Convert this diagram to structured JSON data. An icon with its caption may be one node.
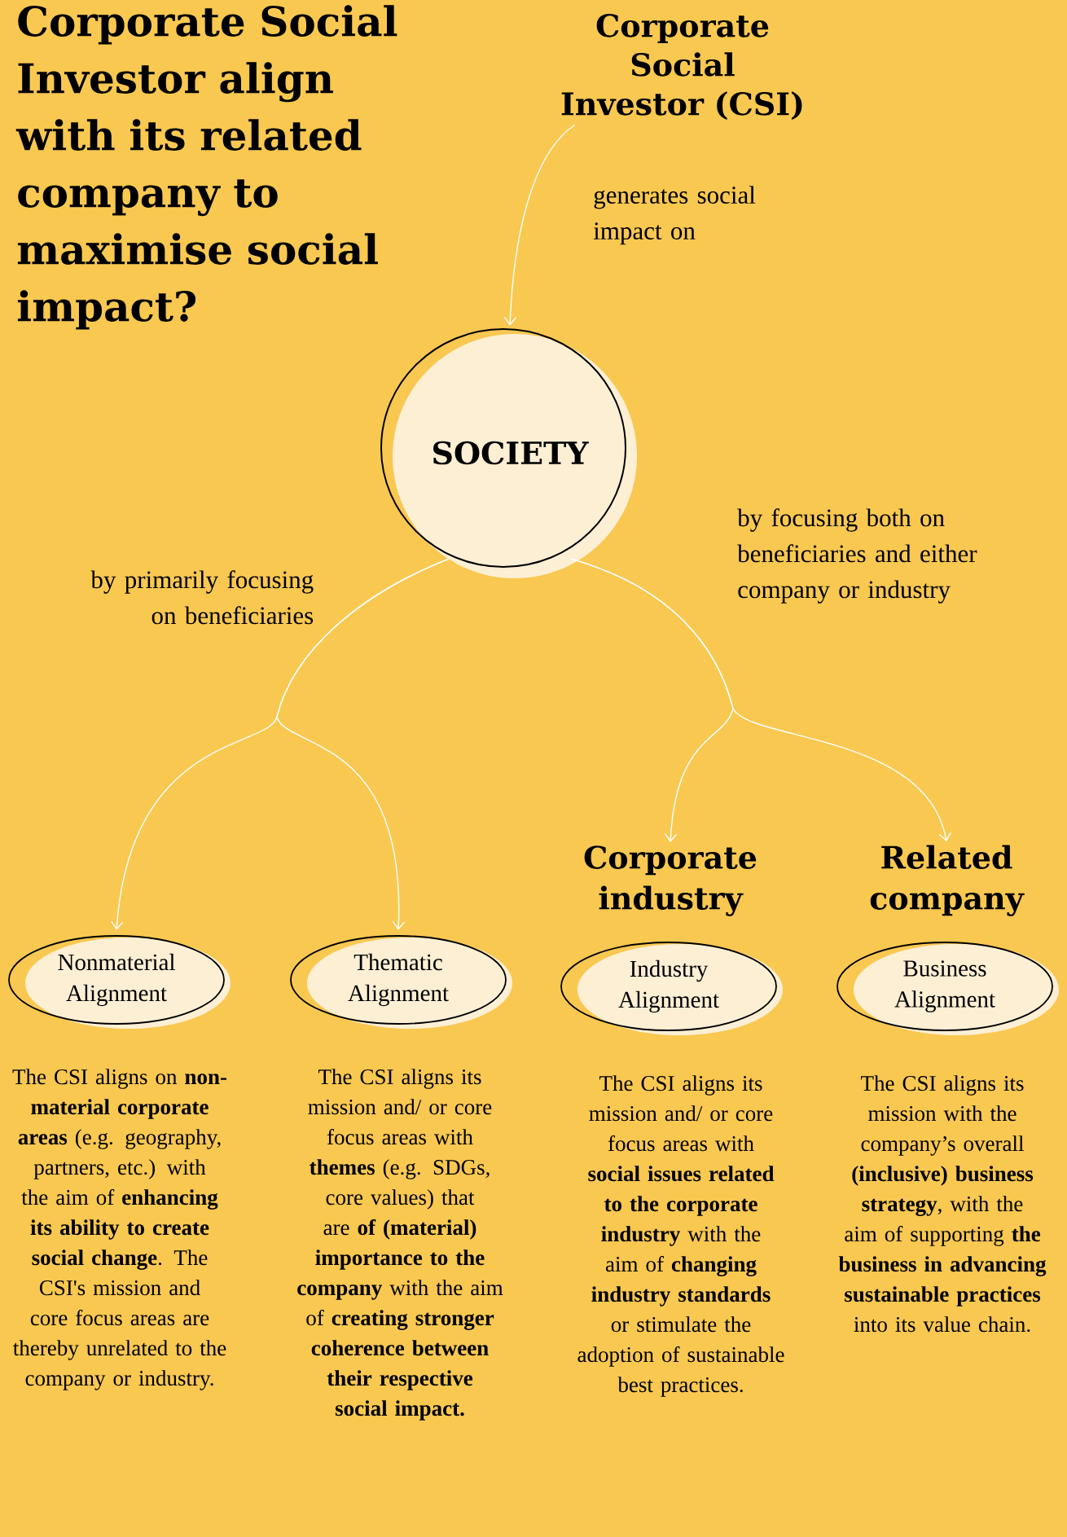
{
  "diagram": {
    "title": "Corporate Social Investor align with its related company to maximise social impact?",
    "nodes": [
      {
        "text": [
          "Corporate Social Investor (CSI)"
        ]
      },
      {
        "text": [
          "SOCIETY"
        ]
      },
      {
        "text": [
          "Nonmaterial Alignment"
        ],
        "beside": [
          "The CSI aligns on **non-material corporate areas** (e.g. geography, partners, etc.) with the aim of **enhancing its ability to create social change**. The CSI's mission and core focus areas are thereby unrelated to the company or industry."
        ]
      },
      {
        "text": [
          "Thematic Alignment"
        ],
        "beside": [
          "The CSI aligns its mission and/ or core focus areas with **themes** (e.g. SDGs, core values) that are **of (material) importance to the company** with the aim of **creating stronger coherence between their respective social impact.**"
        ]
      },
      {
        "text": [
          "Corporate industry",
          "Industry Alignment"
        ],
        "beside": [
          "The CSI aligns its mission and/ or core focus areas with **social issues related to the corporate industry** with the aim of **changing industry standards** or stimulate the adoption of sustainable best practices."
        ]
      },
      {
        "text": [
          "Related company",
          "Business Alignment"
        ],
        "beside": [
          "The CSI aligns its mission with the company’s overall **(inclusive) business strategy**, with the aim of supporting **the business in advancing sustainable practices** into its value chain."
        ]
      }
    ],
    "edges": [
      {
        "from": 0,
        "to": 1,
        "arrow": "to",
        "label": "generates social impact on"
      },
      {
        "from": 1,
        "to": 2,
        "arrow": "to",
        "label": "by primarily focusing on beneficiaries"
      },
      {
        "from": 1,
        "to": 3,
        "arrow": "to"
      },
      {
        "from": 1,
        "to": 4,
        "arrow": "to",
        "label": "by focusing both on beneficiaries and either company or industry"
      },
      {
        "from": 1,
        "to": 5,
        "arrow": "to"
      }
    ]
  }
}
